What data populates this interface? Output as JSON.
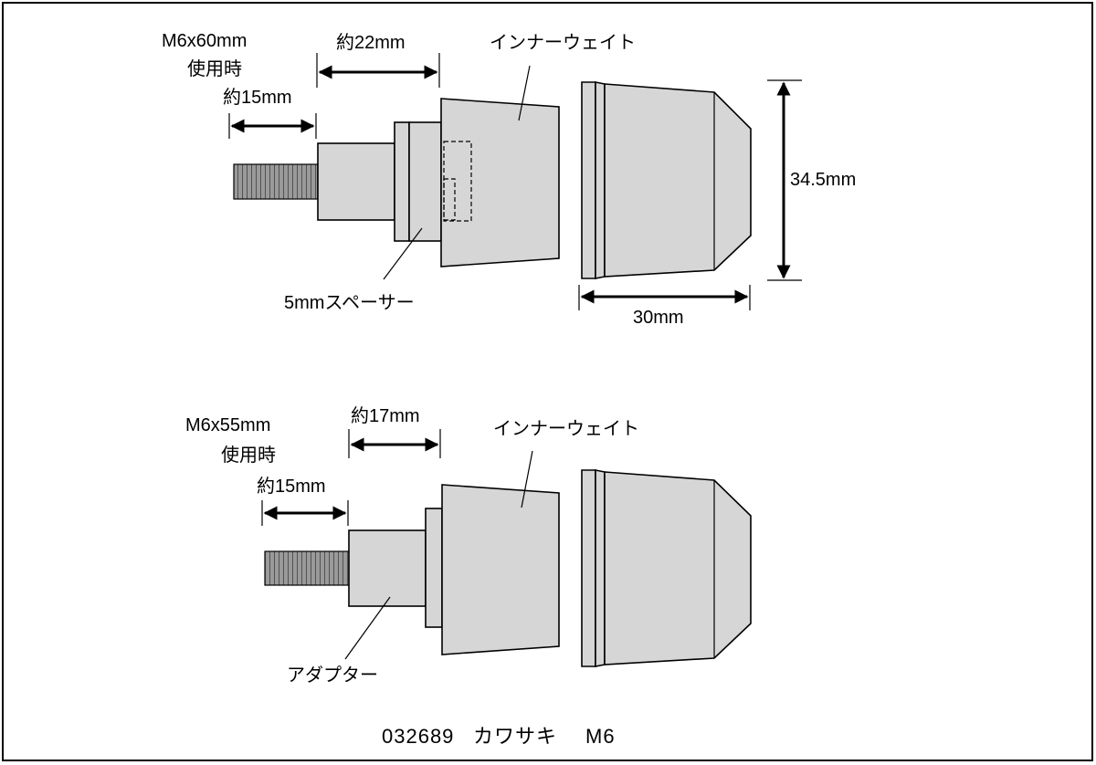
{
  "colors": {
    "part_fill": "#d6d6d6",
    "line": "#000000",
    "background": "#ffffff"
  },
  "top": {
    "bolt_spec": "M6x60mm",
    "use_label": "使用時",
    "thread_length": "約15mm",
    "spacer_length": "約22mm",
    "inner_weight": "インナーウェイト",
    "spacer_label": "5mmスペーサー",
    "diameter": "34.5mm",
    "length": "30mm"
  },
  "bottom": {
    "bolt_spec": "M6x55mm",
    "use_label": "使用時",
    "thread_length": "約15mm",
    "adapter_length": "約17mm",
    "inner_weight": "インナーウェイト",
    "adapter_label": "アダプター"
  },
  "caption": {
    "code": "032689",
    "maker": "カワサキ",
    "size": "M6"
  }
}
